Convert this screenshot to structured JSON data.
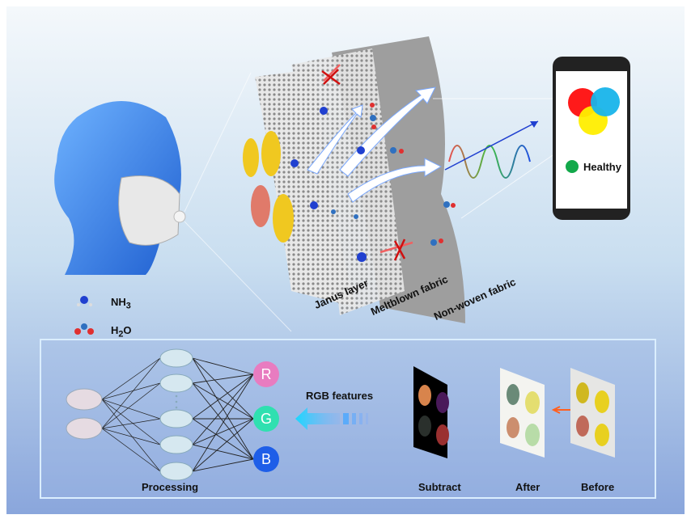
{
  "phone": {
    "status": "Healthy"
  },
  "layers": {
    "janus": "Janus layer",
    "meltblown": "Meltblown fabric",
    "nonwoven": "Non-woven fabric"
  },
  "legend": {
    "nh3": "NH",
    "nh3_sub": "3",
    "h2o": "H",
    "h2o_sub": "2",
    "h2o_tail": "O"
  },
  "network": {
    "channels": [
      "R",
      "G",
      "B"
    ],
    "arrow_label": "RGB features",
    "label": "Processing"
  },
  "panels": {
    "subtract": "Subtract",
    "after": "After",
    "before": "Before"
  },
  "colors": {
    "r": "#e87cc0",
    "g": "#2fe0b0",
    "b": "#1e5ee8",
    "healthy": "#12a84a"
  }
}
